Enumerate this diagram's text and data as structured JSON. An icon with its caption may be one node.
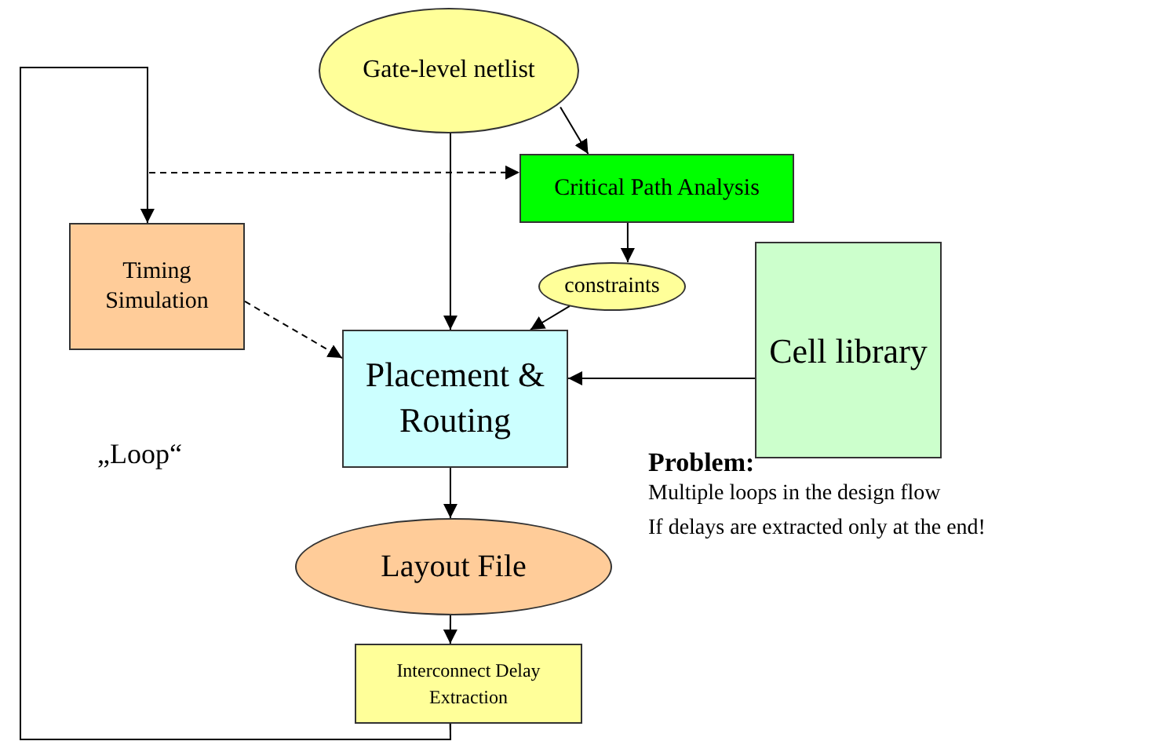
{
  "diagram": {
    "nodes": [
      {
        "text": [
          "Gate-level netlist"
        ]
      },
      {
        "text": [
          "Critical Path Analysis"
        ]
      },
      {
        "text": [
          "Timing Simulation"
        ]
      },
      {
        "text": [
          "constraints"
        ]
      },
      {
        "text": [
          "Placement & Routing"
        ]
      },
      {
        "text": [
          "Cell library"
        ]
      },
      {
        "text": [
          "Layout File"
        ]
      },
      {
        "text": [
          "Interconnect Delay Extraction"
        ]
      }
    ],
    "edges": [
      {
        "from": 7,
        "to": 2,
        "arrow": "to"
      },
      {
        "from": 7,
        "to": 1,
        "arrow": "to",
        "style": "dashed"
      },
      {
        "from": 0,
        "to": 1,
        "arrow": "to"
      },
      {
        "from": 0,
        "to": 4,
        "arrow": "to"
      },
      {
        "from": 1,
        "to": 3,
        "arrow": "to"
      },
      {
        "from": 3,
        "to": 4,
        "arrow": "to"
      },
      {
        "from": 2,
        "to": 4,
        "arrow": "to",
        "style": "dashed"
      },
      {
        "from": 5,
        "to": 4,
        "arrow": "to"
      },
      {
        "from": 4,
        "to": 6,
        "arrow": "to"
      },
      {
        "from": 6,
        "to": 7,
        "arrow": "to"
      }
    ],
    "labels": [
      "„Loop“",
      "Problem:",
      "Multiple loops in the design flow",
      "If delays are extracted only at the end!"
    ]
  }
}
